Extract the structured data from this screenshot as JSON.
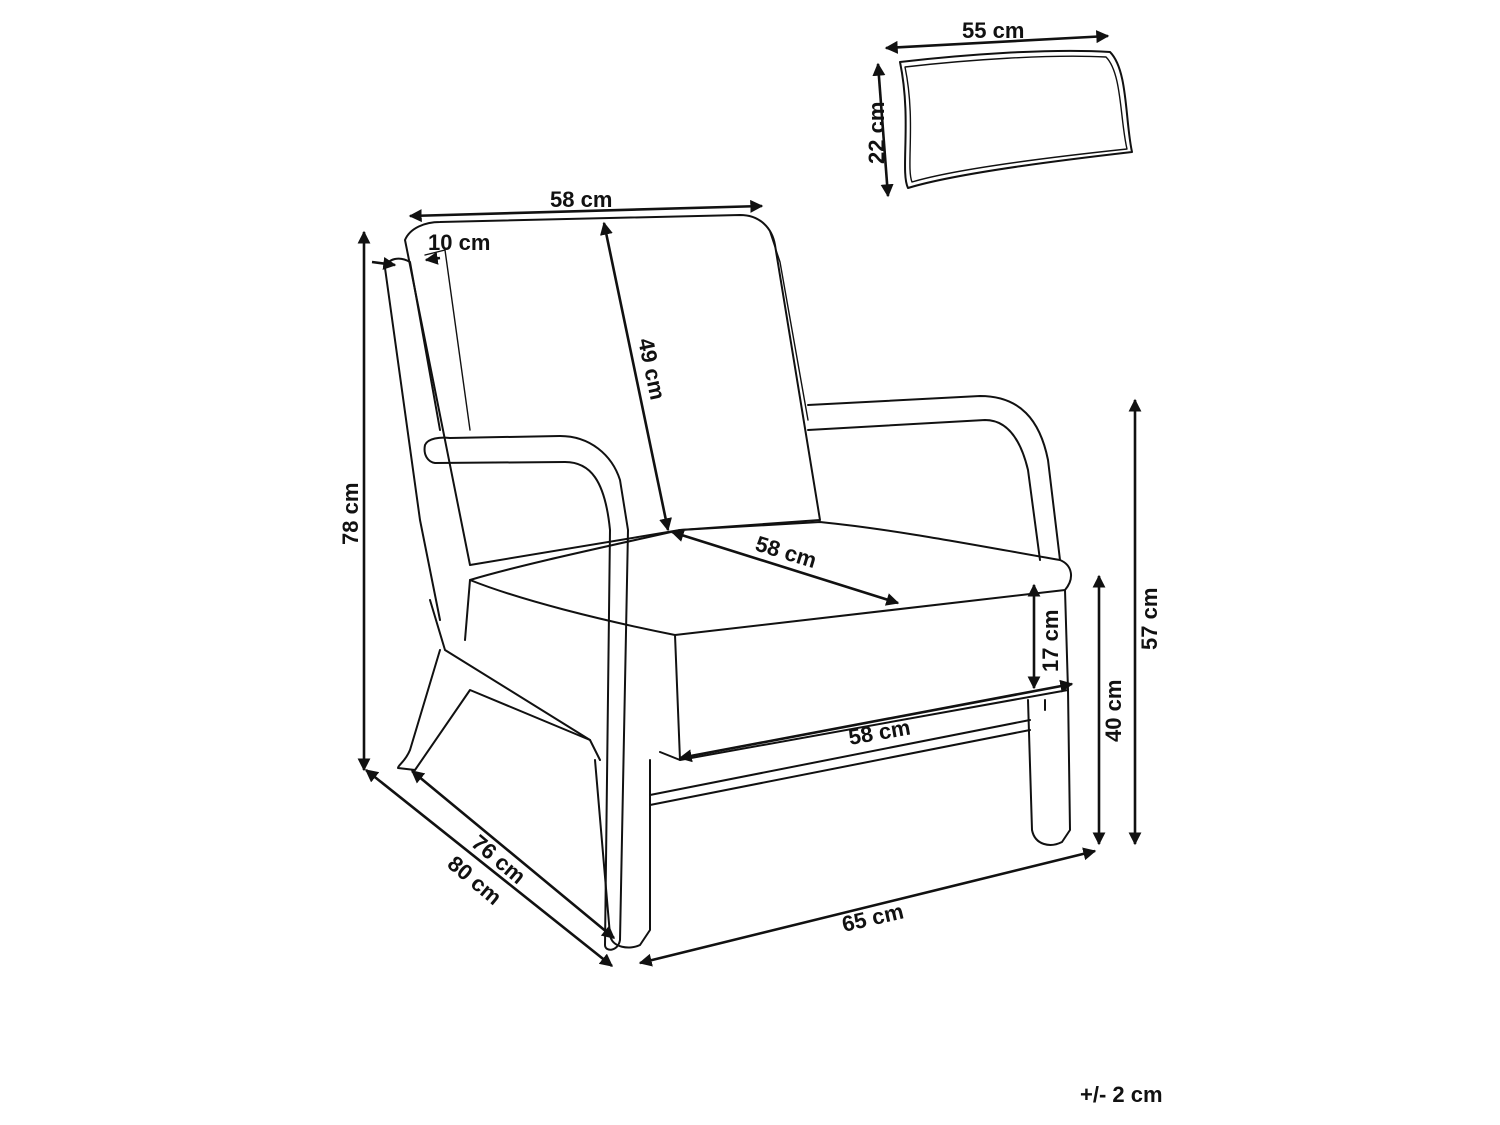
{
  "tolerance": "+/- 2 cm",
  "dimensions": {
    "pillow_width": "55 cm",
    "pillow_height": "22 cm",
    "back_width": "58 cm",
    "armrest_width": "10 cm",
    "backrest_height": "49 cm",
    "total_height": "78 cm",
    "seat_depth": "58 cm",
    "cushion_thickness": "17 cm",
    "seat_width": "58 cm",
    "seat_height": "40 cm",
    "armrest_height": "57 cm",
    "depth": "76 cm",
    "depth_overall": "80 cm",
    "width": "65 cm"
  }
}
